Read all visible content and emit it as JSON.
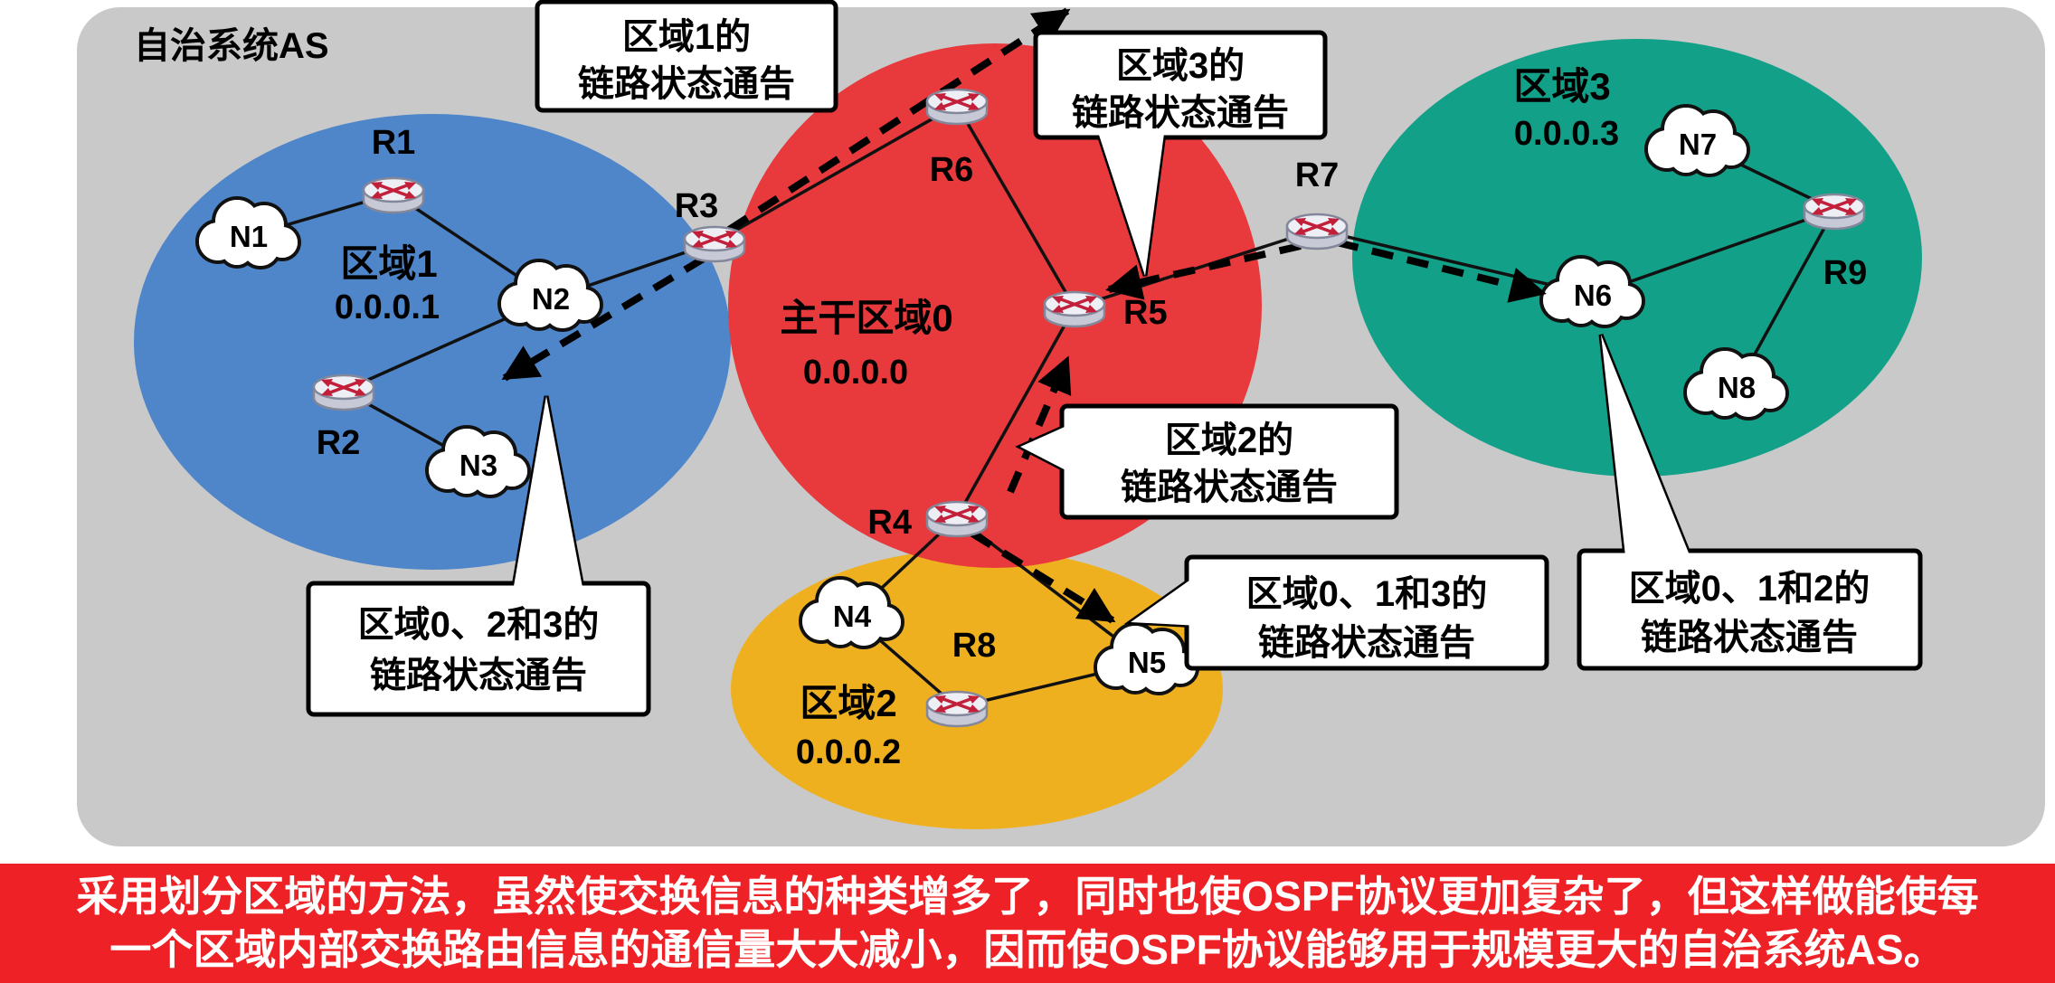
{
  "as_label": "自治系统AS",
  "areas": [
    {
      "name": "区域1",
      "addr": "0.0.0.1"
    },
    {
      "name": "主干区域0",
      "addr": "0.0.0.0"
    },
    {
      "name": "区域2",
      "addr": "0.0.0.2"
    },
    {
      "name": "区域3",
      "addr": "0.0.0.3"
    }
  ],
  "routers": [
    "R1",
    "R2",
    "R3",
    "R4",
    "R5",
    "R6",
    "R7",
    "R8",
    "R9"
  ],
  "networks": [
    "N1",
    "N2",
    "N3",
    "N4",
    "N5",
    "N6",
    "N7",
    "N8"
  ],
  "callouts": [
    {
      "line1": "区域1的",
      "line2": "链路状态通告"
    },
    {
      "line1": "区域3的",
      "line2": "链路状态通告"
    },
    {
      "line1": "区域2的",
      "line2": "链路状态通告"
    },
    {
      "line1": "区域0、2和3的",
      "line2": "链路状态通告"
    },
    {
      "line1": "区域0、1和3的",
      "line2": "链路状态通告"
    },
    {
      "line1": "区域0、1和2的",
      "line2": "链路状态通告"
    }
  ],
  "caption": {
    "line1": "采用划分区域的方法，虽然使交换信息的种类增多了，同时也使OSPF协议更加复杂了，但这样做能使每",
    "line2": "一个区域内部交换路由信息的通信量大大减小，因而使OSPF协议能够用于规模更大的自治系统AS。"
  },
  "colors": {
    "area1": "#4f86c9",
    "backbone": "#e8393c",
    "area2": "#eeb01f",
    "area3": "#12a188",
    "as_background": "#c9c9c9",
    "banner_background": "#ee2226"
  }
}
